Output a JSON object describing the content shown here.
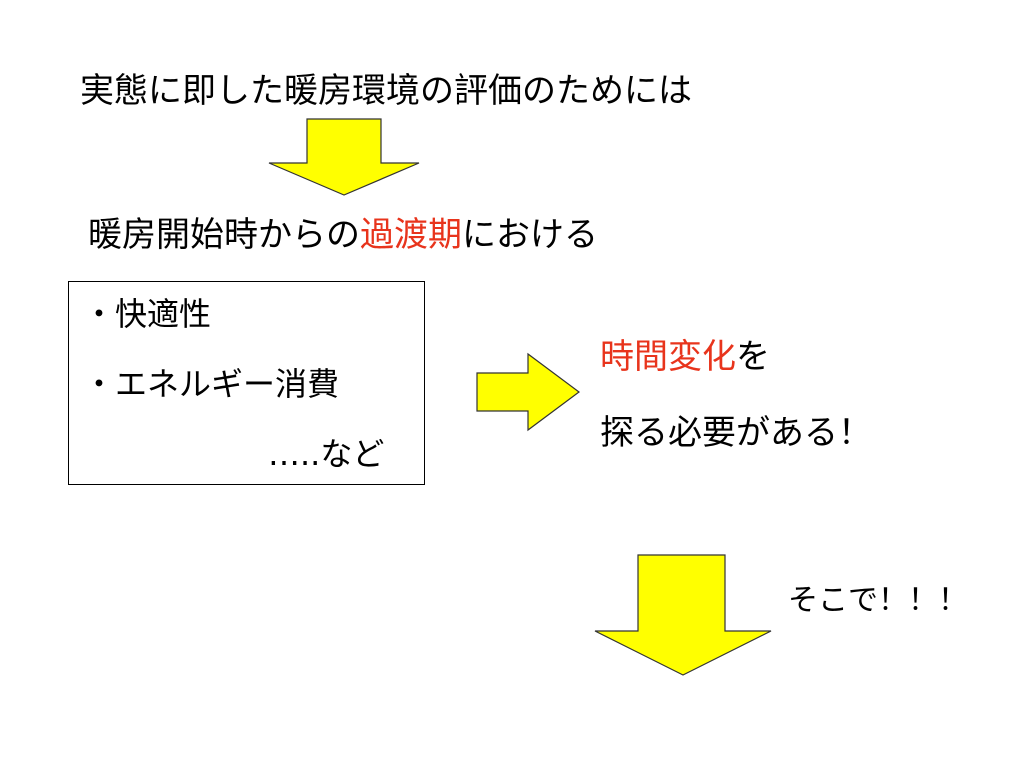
{
  "slide": {
    "line1": "実態に即した暖房環境の評価のためには",
    "line2": {
      "before": "暖房開始時からの",
      "highlight": "過渡期",
      "after": "における"
    },
    "box": {
      "item1": "・快適性",
      "item2": "・エネルギー消費",
      "item3": "…..など"
    },
    "result": {
      "highlight": "時間変化",
      "after": "を",
      "line2": "探る必要がある！"
    },
    "footer": "そこで！！！"
  },
  "colors": {
    "arrow_fill": "#ffff00",
    "highlight": "#e8341c"
  },
  "icons": [
    "arrow-down-icon",
    "arrow-right-icon"
  ]
}
